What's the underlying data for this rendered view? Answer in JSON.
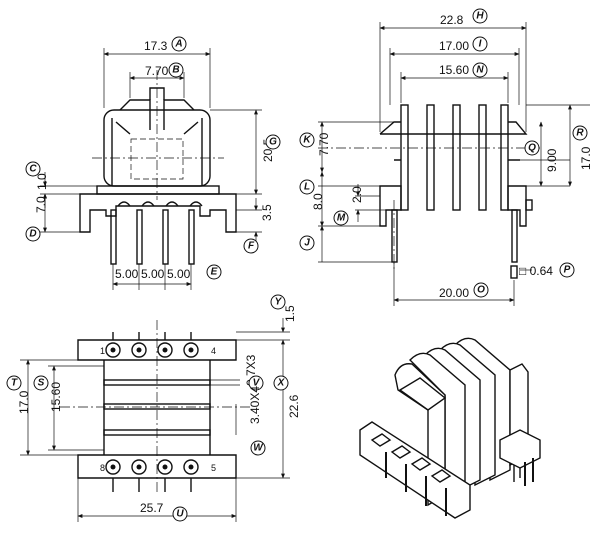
{
  "front_view": {
    "dim_width_top": "17.3",
    "tag_width_top": "A",
    "dim_core_gap": "7.70",
    "tag_core_gap": "B",
    "dim_flange": "1.0",
    "tag_flange": "C",
    "dim_base_height": "7.0",
    "tag_base_height": "D",
    "dim_height": "20.5",
    "tag_height": "G",
    "dim_pin_len": "3.5",
    "tag_pin_len": "F",
    "pin_pitch_1": "5.00",
    "pin_pitch_2": "5.00",
    "pin_pitch_3": "5.00",
    "tag_pin_pitch": "E"
  },
  "side_view": {
    "dim_overall": "22.8",
    "tag_overall": "H",
    "dim_inner": "17.00",
    "tag_inner": "I",
    "dim_winding": "15.60",
    "tag_winding": "N",
    "dim_left_upper": "7.70",
    "tag_left_upper": "K",
    "dim_left_mid": "8.0",
    "tag_left_mid": "L",
    "dim_left_small": "2.0",
    "tag_left_small": "M",
    "tag_left_bottom": "J",
    "dim_right_inner": "9.00",
    "tag_right_inner": "Q",
    "dim_right_outer": "17.0",
    "tag_right_outer": "R",
    "dim_pin_square": "□ 0.64",
    "tag_pin_square": "P",
    "dim_pin_span": "20.00",
    "tag_pin_span": "O"
  },
  "top_view": {
    "dim_top_offset": "1.5",
    "tag_top_offset": "Y",
    "dim_outer_height": "17.0",
    "tag_outer_height": "T",
    "dim_inner_height": "15.60",
    "tag_inner_height": "S",
    "dim_slot": "0.7X3",
    "tag_slot": "V",
    "dim_total": "22.6",
    "tag_total": "X",
    "dim_slot_pitch": "3.40X4",
    "tag_slot_pitch": "W",
    "dim_width": "25.7",
    "tag_width": "U",
    "pin_labels_top": [
      "1",
      "4"
    ],
    "pin_labels_bottom": [
      "8",
      "5"
    ]
  }
}
